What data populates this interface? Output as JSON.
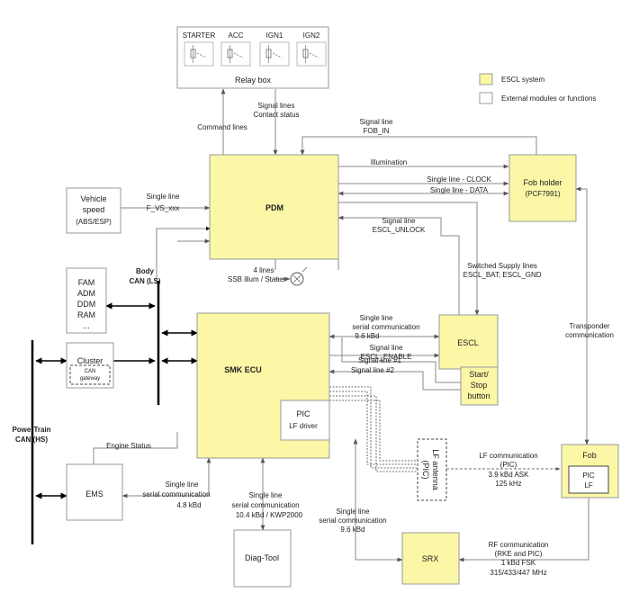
{
  "colors": {
    "escl": "#fbf7a6",
    "external": "#ffffff",
    "stroke": "#999999",
    "line": "#888888"
  },
  "legend": {
    "escl_system": "ESCL system",
    "external": "External modules or functions"
  },
  "relay_box": {
    "title": "Relay box",
    "relays": [
      "STARTER",
      "ACC",
      "IGN1",
      "IGN2"
    ]
  },
  "boxes": {
    "pdm": "PDM",
    "fob_holder": {
      "title": "Fob holder",
      "sub": "(PCF7991)"
    },
    "vehicle_speed": {
      "line1": "Vehicle",
      "line2": "speed",
      "sub": "(ABS/ESP)"
    },
    "body_modules": [
      "FAM",
      "ADM",
      "DDM",
      "RAM",
      "..."
    ],
    "cluster": {
      "title": "Cluster",
      "gateway_line1": "CAN",
      "gateway_line2": "gateway"
    },
    "ems": "EMS",
    "smk": "SMK ECU",
    "pic": {
      "line1": "PIC",
      "line2": "LF driver"
    },
    "escl": "ESCL",
    "start_stop": [
      "Start/",
      "Stop",
      "button"
    ],
    "lf_antenna": {
      "line1": "LF antenna",
      "line2": "(PIC)"
    },
    "fob": {
      "title": "Fob",
      "pic": "PIC",
      "lf": "LF"
    },
    "srx": "SRX",
    "diag": "Diag-Tool"
  },
  "buses": {
    "body_can": {
      "line1": "Body",
      "line2": "CAN (",
      "bold": "LS",
      "end": ")"
    },
    "powertrain_can": {
      "line1": "PowerTrain",
      "line2": "CAN (",
      "bold": "HS",
      "end": ")"
    }
  },
  "labels": {
    "command_lines": "Command lines",
    "signal_contact": [
      "Signal lines",
      "Contact status"
    ],
    "signal_fob_in": [
      "Signal line",
      "FOB_IN"
    ],
    "illumination": "Illumination",
    "clock": "Single line - CLOCK",
    "data": "Single line - DATA",
    "single_fvs": [
      "Single line",
      "F_VS_xxx"
    ],
    "escl_unlock": [
      "Signal line",
      "ESCL_UNLOCK"
    ],
    "ssb": [
      "4 lines",
      "SSB illum / Status"
    ],
    "switched_supply": [
      "Switched Supply lines",
      "ESCL_BAT; ESCL_GND"
    ],
    "serial_96_escl": [
      "Single line",
      "serial communication",
      "9.6 kBd"
    ],
    "escl_enable": [
      "Signal line",
      "ESCL_ENABLE"
    ],
    "transponder": [
      "Transponder",
      "communication"
    ],
    "signal_1": "Signal line #1",
    "signal_2": "Signal line #2",
    "engine_status": "Engine Status",
    "lf_comm": [
      "LF communication",
      "(PIC)",
      "3.9 kBd ASK",
      "125 kHz"
    ],
    "serial_48": [
      "Single line",
      "serial communication",
      "4.8 kBd"
    ],
    "serial_104": [
      "Single line",
      "serial communication",
      "10.4 kBd / KWP2000"
    ],
    "serial_96_srx": [
      "Single line",
      "serial communication",
      "9.6 kBd"
    ],
    "rf_comm": [
      "RF communication",
      "(RKE and PIC)",
      "1 kBd FSK",
      "315/433/447 MHz"
    ]
  }
}
